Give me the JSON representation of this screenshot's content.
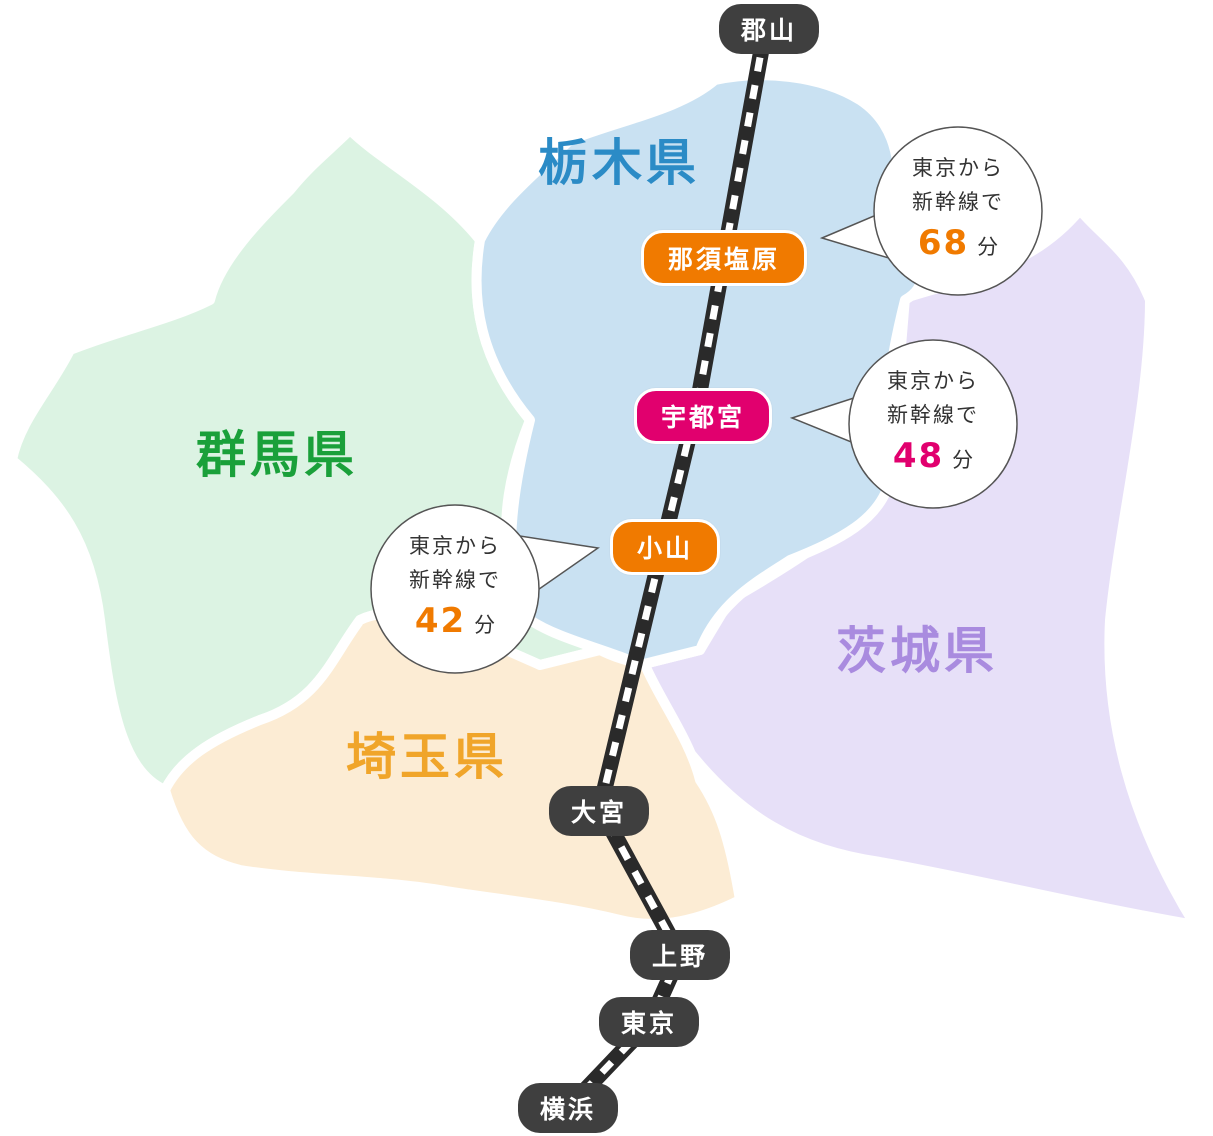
{
  "prefectures": {
    "tochigi": {
      "name": "栃木県",
      "color": "#2b8bc6",
      "fill": "#c9e1f2"
    },
    "gunma": {
      "name": "群馬県",
      "color": "#1aa03a",
      "fill": "#dcf3e3"
    },
    "ibaraki": {
      "name": "茨城県",
      "color": "#a98bdf",
      "fill": "#e7e0f8"
    },
    "saitama": {
      "name": "埼玉県",
      "color": "#f0a52a",
      "fill": "#fcecd4"
    }
  },
  "stations": {
    "koriyama": {
      "name": "郡山"
    },
    "nasushiobara": {
      "name": "那須塩原",
      "color": "#f07a00"
    },
    "utsunomiya": {
      "name": "宇都宮",
      "color": "#e1006e"
    },
    "oyama": {
      "name": "小山",
      "color": "#f07a00"
    },
    "omiya": {
      "name": "大宮"
    },
    "ueno": {
      "name": "上野"
    },
    "tokyo": {
      "name": "東京"
    },
    "yokohama": {
      "name": "横浜"
    }
  },
  "callouts": {
    "nasushiobara": {
      "line1": "東京から",
      "line2": "新幹線で",
      "minutes": "68",
      "unit": "分",
      "color": "#f07a00"
    },
    "utsunomiya": {
      "line1": "東京から",
      "line2": "新幹線で",
      "minutes": "48",
      "unit": "分",
      "color": "#e1006e"
    },
    "oyama": {
      "line1": "東京から",
      "line2": "新幹線で",
      "minutes": "42",
      "unit": "分",
      "color": "#f07a00"
    }
  },
  "colors": {
    "station_dark": "#3f3f3f",
    "rail": "#2a2a2a",
    "callout_border": "#555555"
  }
}
